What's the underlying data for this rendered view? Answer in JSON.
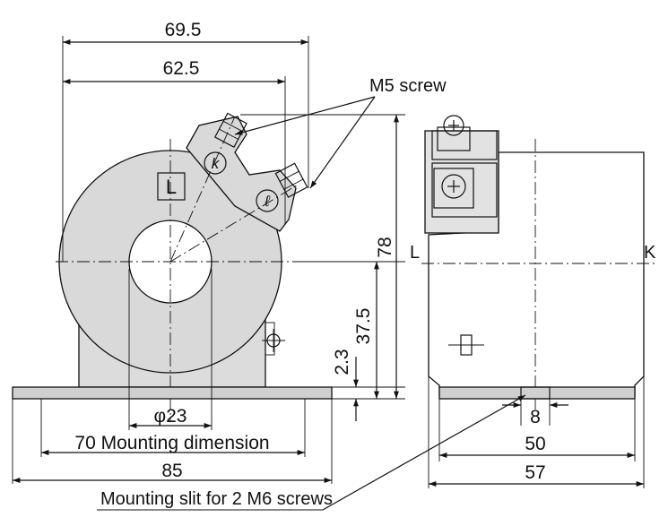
{
  "front_view": {
    "dim_width_outer": "69.5",
    "dim_width_inner": "62.5",
    "dim_height": "78",
    "dim_center_height": "37.5",
    "dim_base_thickness": "2.3",
    "dim_hole_diameter": "φ23",
    "dim_mounting": "70 Mounting dimension",
    "dim_base_width": "85",
    "screw_label": "M5 screw",
    "terminal_k_mark": "k",
    "terminal_l_mark": "ℓ",
    "polarity_box_mark": "L"
  },
  "side_view": {
    "label_left": "L",
    "label_right": "K",
    "dim_slit": "8",
    "dim_inner": "50",
    "dim_outer": "57",
    "slit_note": "Mounting slit for 2 M6 screws"
  },
  "colors": {
    "line": "#111111",
    "body_fill": "#d9d9d9",
    "background": "#ffffff"
  }
}
